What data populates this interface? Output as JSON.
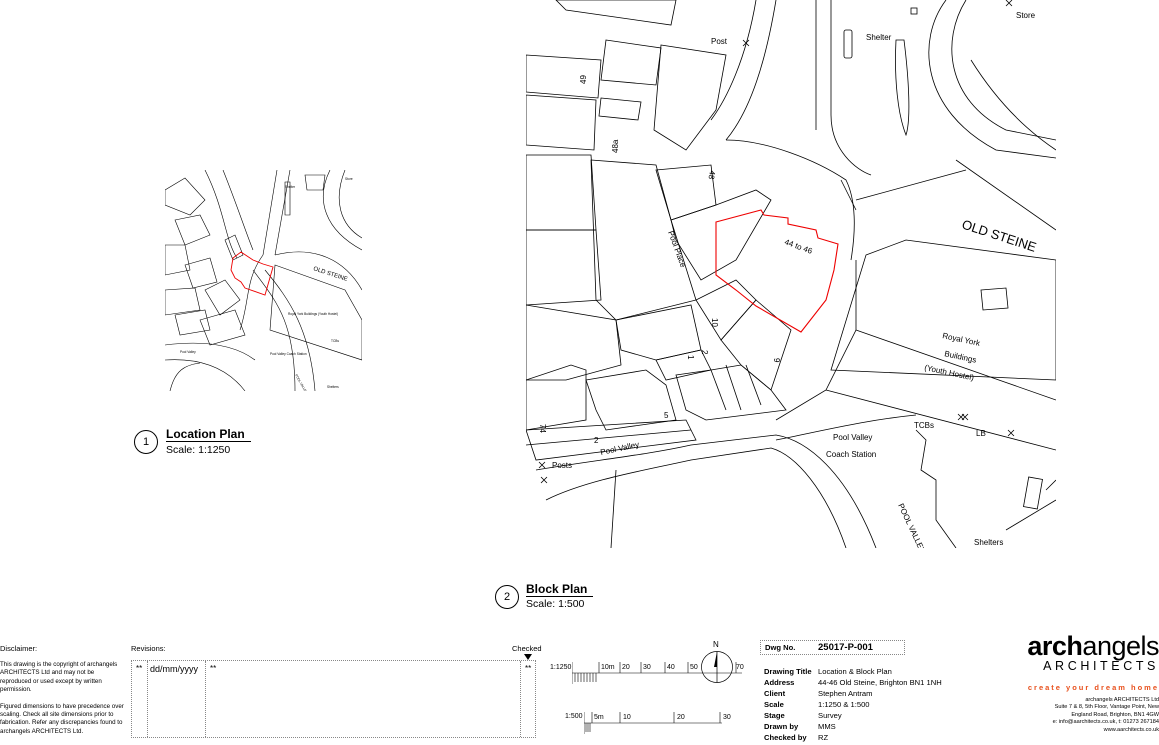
{
  "location_plan": {
    "number": "1",
    "title": "Location Plan",
    "scale": "Scale: 1:1250",
    "labels": {
      "street": "OLD STEINE",
      "building": "Royal York Buildings (Youth Hostel)",
      "coach": "Pool Valley Coach Station",
      "road": "POOL VALLEY",
      "parking": "Pool Valley",
      "shelter": "Shelter",
      "store": "Store",
      "tcbs": "TCBs",
      "shelters": "Shelters"
    }
  },
  "block_plan": {
    "number": "2",
    "title": "Block Plan",
    "scale": "Scale: 1:500",
    "labels": {
      "post": "Post",
      "shelter": "Shelter",
      "store": "Store",
      "n49": "49",
      "n48a": "48a",
      "n48": "48",
      "site": "44 to 46",
      "old_steine": "OLD STEINE",
      "pool_place": "Pool Place",
      "royal_york_1": "Royal York",
      "royal_york_2": "Buildings",
      "royal_york_3": "(Youth Hostel)",
      "n10": "10",
      "n2a": "2",
      "n1": "1",
      "n9": "9",
      "n5": "5",
      "n2b": "2",
      "n74": "74",
      "pool_valley": "Pool Valley",
      "posts": "Posts",
      "tcbs": "TCBs",
      "lb": "LB",
      "coach_1": "Pool Valley",
      "coach_2": "Coach Station",
      "pool_valley_caps": "POOL VALLEY",
      "shelters": "Shelters"
    }
  },
  "disclaimer": {
    "heading": "Disclaimer:",
    "p1": "This drawing is the copyright of archangels ARCHITECTS Ltd and may not be reproduced or used except by written permission.",
    "p2": "Figured dimensions to have precedence over scaling. Check all site dimensions prior to fabrication. Refer any discrepancies found to archangels ARCHITECTS Ltd."
  },
  "revisions": {
    "heading": "Revisions:",
    "checked_heading": "Checked",
    "row": {
      "mark": "**",
      "date": "dd/mm/yyyy",
      "desc": "**",
      "checked": "**"
    }
  },
  "scalebar": {
    "north": "N",
    "bar1": {
      "label": "1:1250",
      "ticks": [
        "10m",
        "20",
        "30",
        "40",
        "50",
        "70"
      ]
    },
    "bar2": {
      "label": "1:500",
      "ticks": [
        "5m",
        "10",
        "20",
        "30"
      ]
    }
  },
  "title_block": {
    "dwg_no_label": "Dwg No.",
    "dwg_no": "25017-P-001",
    "rows": [
      {
        "label": "Drawing Title",
        "value": "Location & Block Plan"
      },
      {
        "label": "Address",
        "value": "44-46 Old Steine, Brighton BN1 1NH"
      },
      {
        "label": "Client",
        "value": "Stephen Antram"
      },
      {
        "label": "Scale",
        "value": "1:1250 & 1:500"
      },
      {
        "label": "Stage",
        "value": "Survey"
      },
      {
        "label": "Drawn by",
        "value": "MMS"
      },
      {
        "label": "Checked by",
        "value": "RZ"
      }
    ]
  },
  "brand": {
    "logo_bold": "arch",
    "logo_light": "angels",
    "logo_sub": "ARCHITECTS",
    "tagline": "create your dream home",
    "accent": "#e8501c",
    "company": "archangels ARCHITECTS Ltd",
    "addr1": "Suite 7 & 8, 5th Floor, Vantage Point, New",
    "addr2": "England Road, Brighton, BN1 4GW",
    "contact": "e: info@aarchitects.co.uk, t: 01273 267184",
    "web": "www.aarchitects.co.uk"
  }
}
